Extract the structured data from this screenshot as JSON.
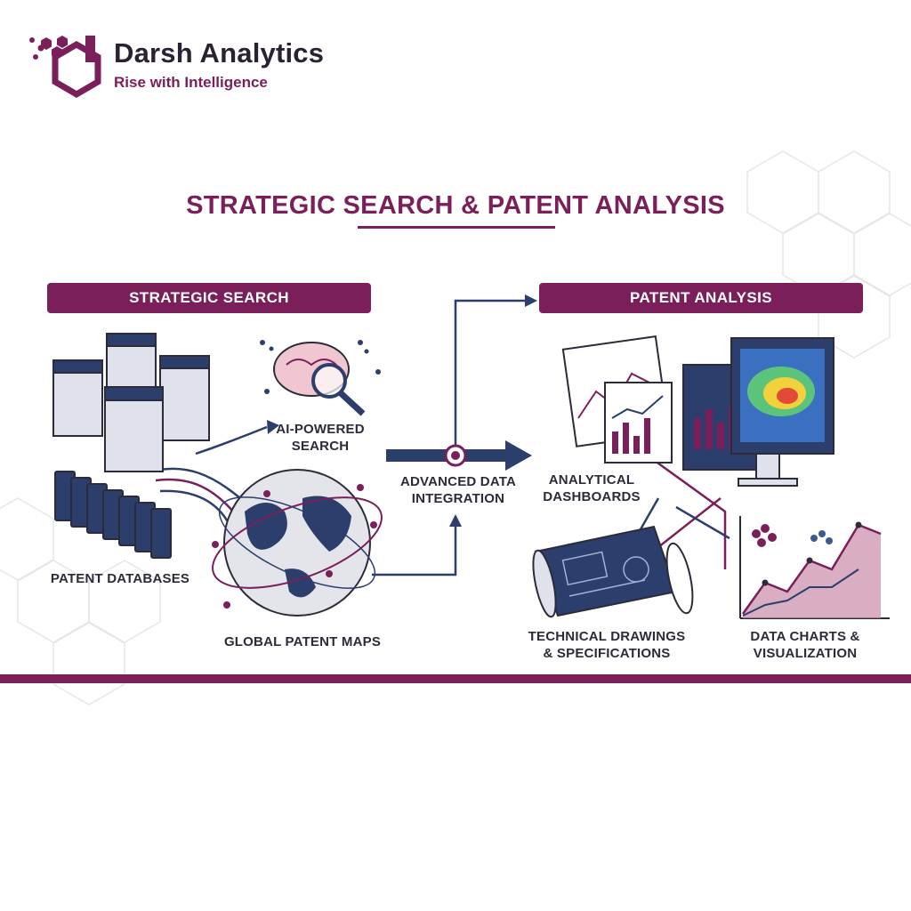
{
  "brand": {
    "name": "Darsh Analytics",
    "tagline": "Rise with Intelligence",
    "logo_icon": "hexagon-d-logo-icon"
  },
  "diagram": {
    "title": "STRATEGIC SEARCH & PATENT ANALYSIS",
    "sections": {
      "left": {
        "label": "STRATEGIC SEARCH"
      },
      "right": {
        "label": "PATENT ANALYSIS"
      }
    },
    "nodes": {
      "patent_databases": {
        "label": "PATENT DATABASES",
        "icon": "server-folders-icon"
      },
      "ai_search": {
        "label_line1": "AI-POWERED",
        "label_line2": "SEARCH",
        "icon": "brain-magnifier-icon"
      },
      "global_maps": {
        "label": "GLOBAL PATENT MAPS",
        "icon": "globe-network-icon"
      },
      "integration": {
        "label_line1": "ADVANCED DATA",
        "label_line2": "INTEGRATION",
        "icon": "arrow-hub-icon"
      },
      "dashboards": {
        "label_line1": "ANALYTICAL",
        "label_line2": "DASHBOARDS",
        "icon": "monitors-dashboard-icon"
      },
      "drawings": {
        "label_line1": "TECHNICAL DRAWINGS",
        "label_line2": "& SPECIFICATIONS",
        "icon": "blueprint-scroll-icon"
      },
      "charts": {
        "label_line1": "DATA CHARTS &",
        "label_line2": "VISUALIZATION",
        "icon": "area-chart-icon"
      }
    }
  },
  "colors": {
    "primary": "#7b1f5a",
    "navy": "#2c3e6b",
    "text": "#2b2b3a",
    "light": "#ececf0"
  }
}
